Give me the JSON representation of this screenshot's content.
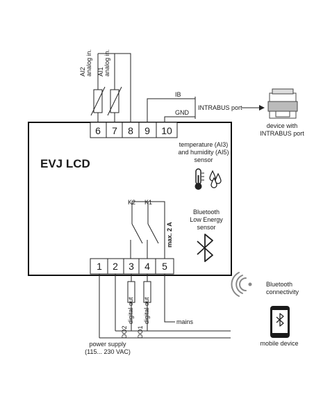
{
  "device": {
    "title": "EVJ LCD"
  },
  "terminals_top": [
    "6",
    "7",
    "8",
    "9",
    "10"
  ],
  "terminals_bottom": [
    "1",
    "2",
    "3",
    "4",
    "5"
  ],
  "analog_inputs": [
    {
      "name": "AI2",
      "desc": "analog in."
    },
    {
      "name": "AI1",
      "desc": "analog in."
    }
  ],
  "intrabus": {
    "ib_label": "IB",
    "gnd_label": "GND",
    "port_label": "INTRABUS port",
    "device_line1": "device with",
    "device_line2": "INTRABUS port"
  },
  "sensor_temp": {
    "line1": "temperature (AI3)",
    "line2": "and humidity (AI5)",
    "line3": "sensor",
    "icon": "thermometer-humidity-icon"
  },
  "relays": {
    "k2": "K2",
    "k1": "K1",
    "max_label": "max. 2 A"
  },
  "bluetooth_sensor": {
    "line1": "Bluetooth",
    "line2": "Low Energy",
    "line3": "sensor",
    "icon": "bluetooth-icon"
  },
  "connectivity": {
    "line1": "Bluetooth",
    "line2": "connectivity",
    "icon": "wireless-signal-icon"
  },
  "mobile": {
    "label": "mobile device",
    "icon": "smartphone-icon"
  },
  "outputs": [
    {
      "name": "DO2",
      "desc": "digital out"
    },
    {
      "name": "DO1",
      "desc": "digital out"
    }
  ],
  "mains_label": "mains",
  "power": {
    "line1": "power supply",
    "line2": "(115... 230 VAC)"
  }
}
